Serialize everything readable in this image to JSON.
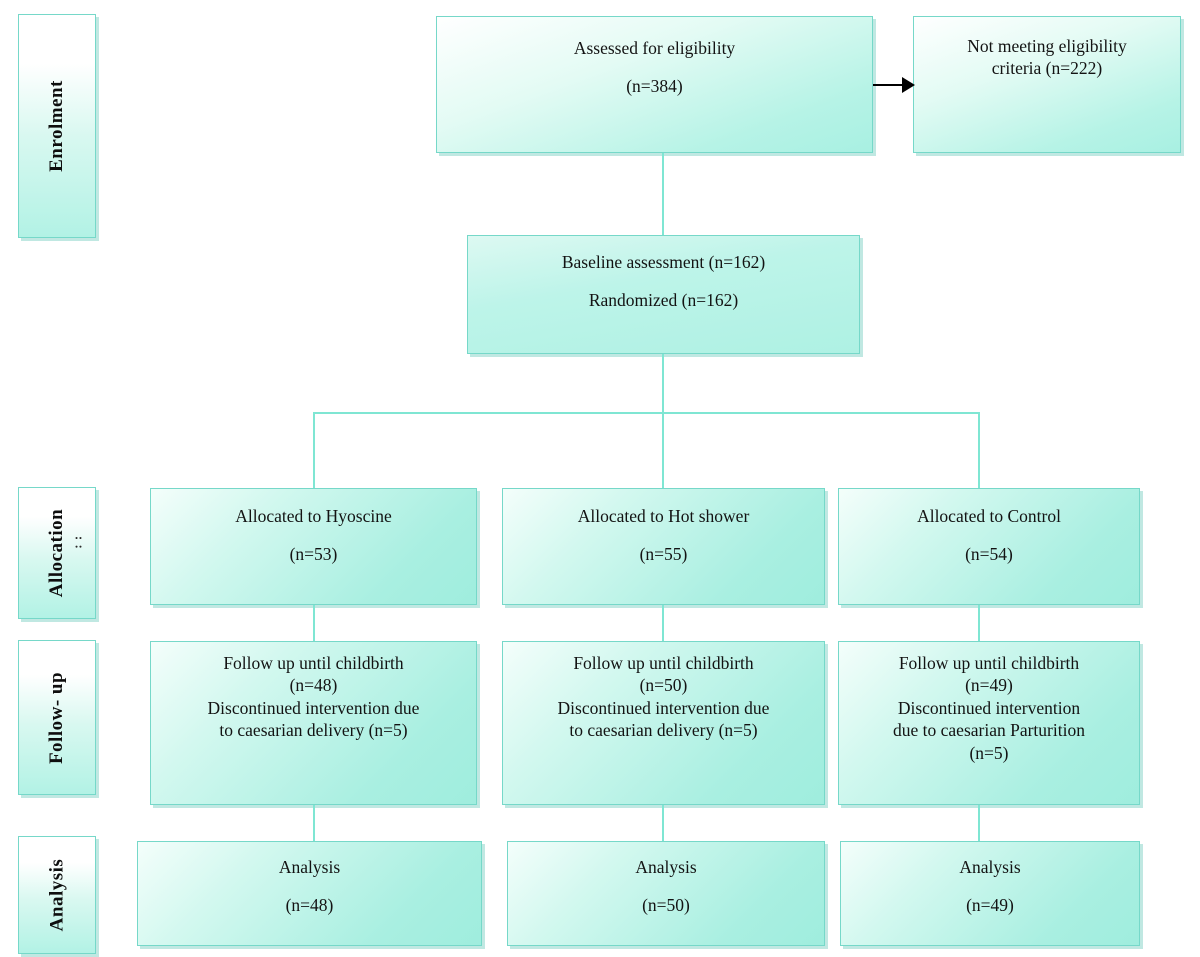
{
  "diagram": {
    "title": "CONSORT participant flow diagram",
    "accent_color": "#7fe6d3",
    "box_border_color": "#76d8c9",
    "box_fill_color": "#b6f3e6",
    "arrow_color": "#000000"
  },
  "stages": [
    {
      "label": "Enrolment",
      "marks": ""
    },
    {
      "label": "Allocation",
      "marks": ": :"
    },
    {
      "label": "Follow- up",
      "marks": ""
    },
    {
      "label": "Analysis",
      "marks": ""
    }
  ],
  "enrolment": {
    "assessed": {
      "line1": "Assessed for eligibility",
      "line2": "(n=384)"
    },
    "excluded": {
      "line1": "Not meeting eligibility",
      "line2": "criteria (n=222)"
    },
    "baseline": {
      "line1": "Baseline assessment (n=162)",
      "line2": "Randomized (n=162)"
    }
  },
  "arms": [
    {
      "id": "hyoscine",
      "allocation": {
        "line1": "Allocated to Hyoscine",
        "line2": "(n=53)"
      },
      "followup": {
        "line1": "Follow up until childbirth",
        "line2": "(n=48)",
        "line3": "Discontinued intervention due",
        "line4": "to caesarian delivery (n=5)",
        "line5": ""
      },
      "analysis": {
        "line1": "Analysis",
        "line2": "(n=48)"
      }
    },
    {
      "id": "hot-shower",
      "allocation": {
        "line1": "Allocated to Hot shower",
        "line2": "(n=55)"
      },
      "followup": {
        "line1": "Follow up until childbirth",
        "line2": "(n=50)",
        "line3": "Discontinued intervention due",
        "line4": "to caesarian delivery (n=5)",
        "line5": ""
      },
      "analysis": {
        "line1": "Analysis",
        "line2": "(n=50)"
      }
    },
    {
      "id": "control",
      "allocation": {
        "line1": "Allocated to Control",
        "line2": "(n=54)"
      },
      "followup": {
        "line1": "Follow up until childbirth",
        "line2": "(n=49)",
        "line3": "Discontinued intervention",
        "line4": "due to caesarian Parturition",
        "line5": "(n=5)"
      },
      "analysis": {
        "line1": "Analysis",
        "line2": "(n=49)"
      }
    }
  ]
}
